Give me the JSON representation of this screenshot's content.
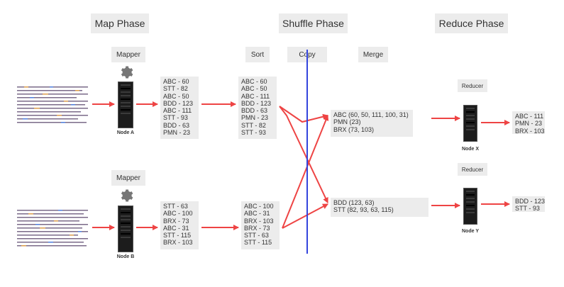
{
  "phases": {
    "map": "Map Phase",
    "shuffle": "Shuffle Phase",
    "reduce": "Reduce Phase"
  },
  "sub_labels": {
    "mapper_a": "Mapper",
    "mapper_b": "Mapper",
    "sort": "Sort",
    "copy": "Copy",
    "merge": "Merge",
    "reducer_x": "Reducer",
    "reducer_y": "Reducer"
  },
  "nodes": {
    "a": "Node A",
    "b": "Node B",
    "x": "Node X",
    "y": "Node Y"
  },
  "mapper_a_output": [
    "ABC - 60",
    "STT - 82",
    "ABC - 50",
    "BDD - 123",
    "ABC - 111",
    "STT - 93",
    "BDD - 63",
    "PMN - 23"
  ],
  "sorted_a": [
    "ABC - 60",
    "ABC - 50",
    "ABC - 111",
    "BDD - 123",
    "BDD - 63",
    "PMN - 23",
    "STT - 82",
    "STT - 93"
  ],
  "mapper_b_output": [
    "STT - 63",
    "ABC - 100",
    "BRX - 73",
    "ABC - 31",
    "STT - 115",
    "BRX - 103"
  ],
  "sorted_b": [
    "ABC - 100",
    "ABC - 31",
    "BRX - 103",
    "BRX - 73",
    "STT - 63",
    "STT - 115"
  ],
  "merge_x": [
    "ABC (60, 50, 111, 100, 31)",
    "PMN (23)",
    "BRX (73, 103)"
  ],
  "merge_y": [
    "BDD (123, 63)",
    "STT (82, 93, 63, 115)"
  ],
  "output_x": [
    "ABC - 111",
    "PMN - 23",
    "BRX - 103"
  ],
  "output_y": [
    "BDD - 123",
    "STT - 93"
  ],
  "colors": {
    "arrow": "#ee4444",
    "copy_line": "#3344dd",
    "label_bg": "#ececec"
  }
}
